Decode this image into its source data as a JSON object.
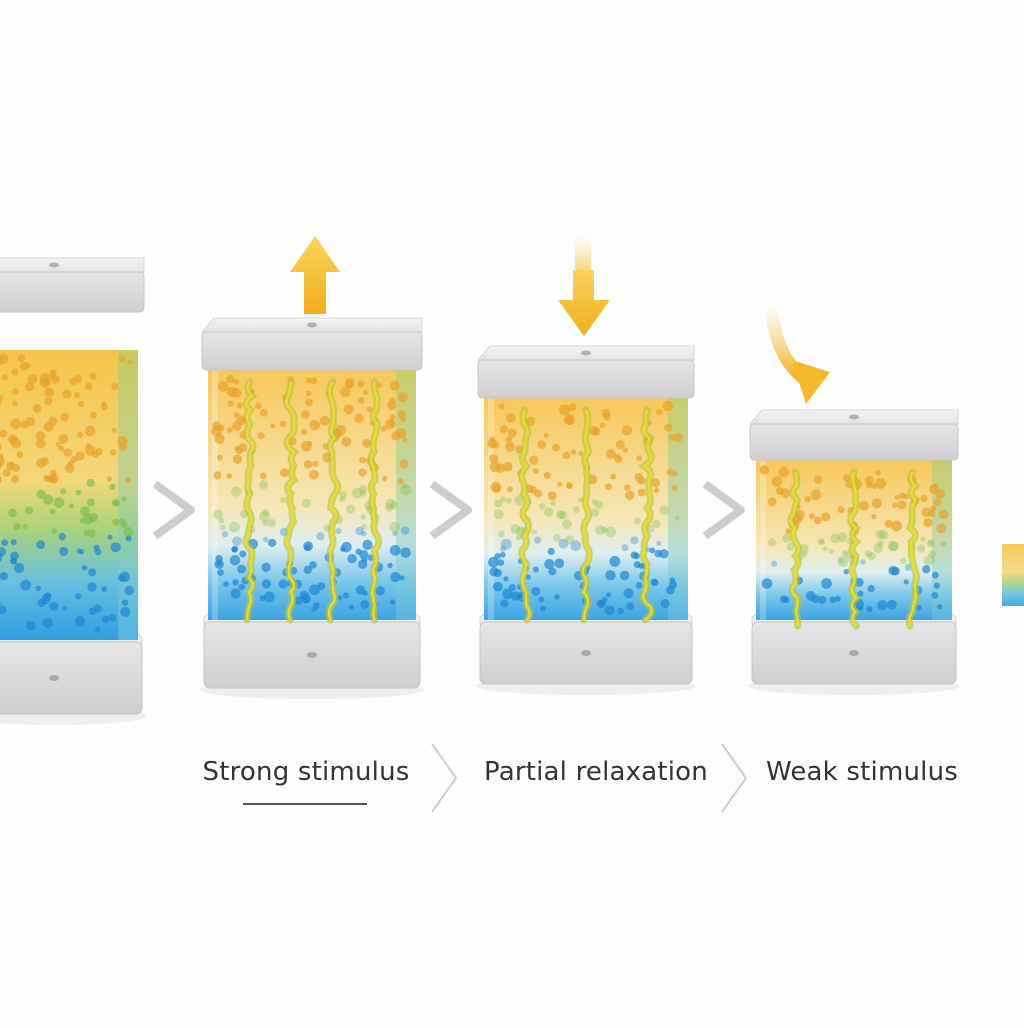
{
  "stages": [
    {
      "label": "Strong stimulus",
      "active": true
    },
    {
      "label": "Partial relaxation",
      "active": false
    },
    {
      "label": "Weak stimulus",
      "active": false
    }
  ],
  "colors": {
    "gradient_top": "#f6c44a",
    "gradient_mid": "#9ccc5a",
    "gradient_bottom": "#2f9fe0",
    "dot_warm": "#e9a22a",
    "dot_cool": "#1e88d6",
    "strand": "#b7c43a",
    "strand_bright": "#f2dc2a",
    "cap": "#e8e8ea",
    "arrow": "#f5b92e",
    "chevron": "#c4c4c4"
  },
  "icons": [
    "arrow-up-icon",
    "arrow-down-icon",
    "curved-arrow-down-icon",
    "chevron-right-icon"
  ]
}
